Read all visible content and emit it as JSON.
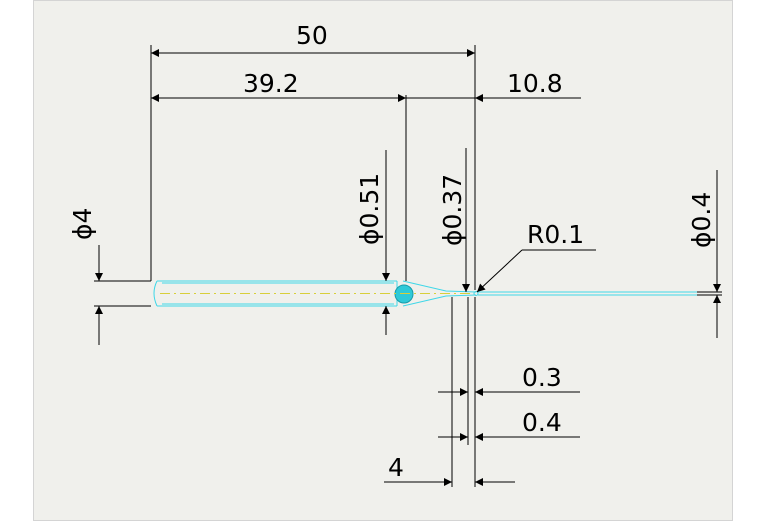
{
  "drawing": {
    "dimensions": {
      "overall_length": "50",
      "shank_length": "39.2",
      "tip_length": "10.8",
      "dia_shank": "ϕ4",
      "dia_neck": "ϕ0.51",
      "dia_tip": "ϕ0.37",
      "tip_radius": "R0.1",
      "dia_tip_end": "ϕ0.4",
      "offset_1": "0.3",
      "offset_2": "0.4",
      "offset_3": "4"
    },
    "colors": {
      "background": "#f0f0ec",
      "part_outline": "#3fd7e8",
      "centerline": "#d8cf3a",
      "dimension": "#000000"
    }
  }
}
